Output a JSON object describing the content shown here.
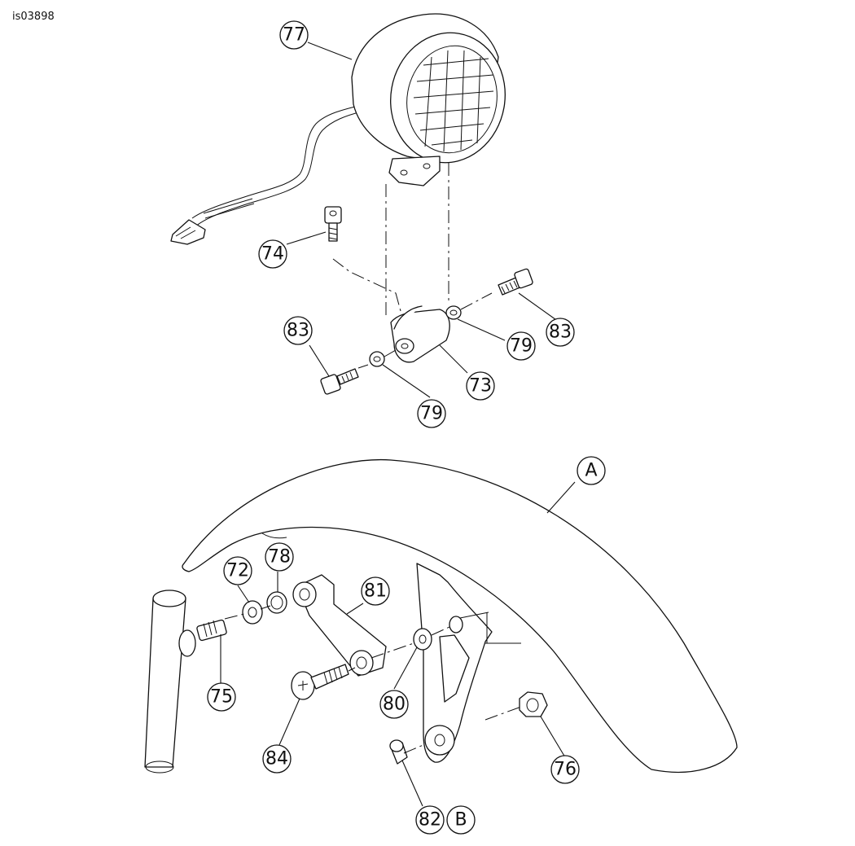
{
  "figure_id": "is03898",
  "callouts": {
    "c77": "77",
    "c74": "74",
    "c83a": "83",
    "c83b": "83",
    "c79a": "79",
    "c79b": "79",
    "c73": "73",
    "cA": "A",
    "c72": "72",
    "c78": "78",
    "c81": "81",
    "c75": "75",
    "c80": "80",
    "c84": "84",
    "c76": "76",
    "c82": "82",
    "cB": "B"
  }
}
